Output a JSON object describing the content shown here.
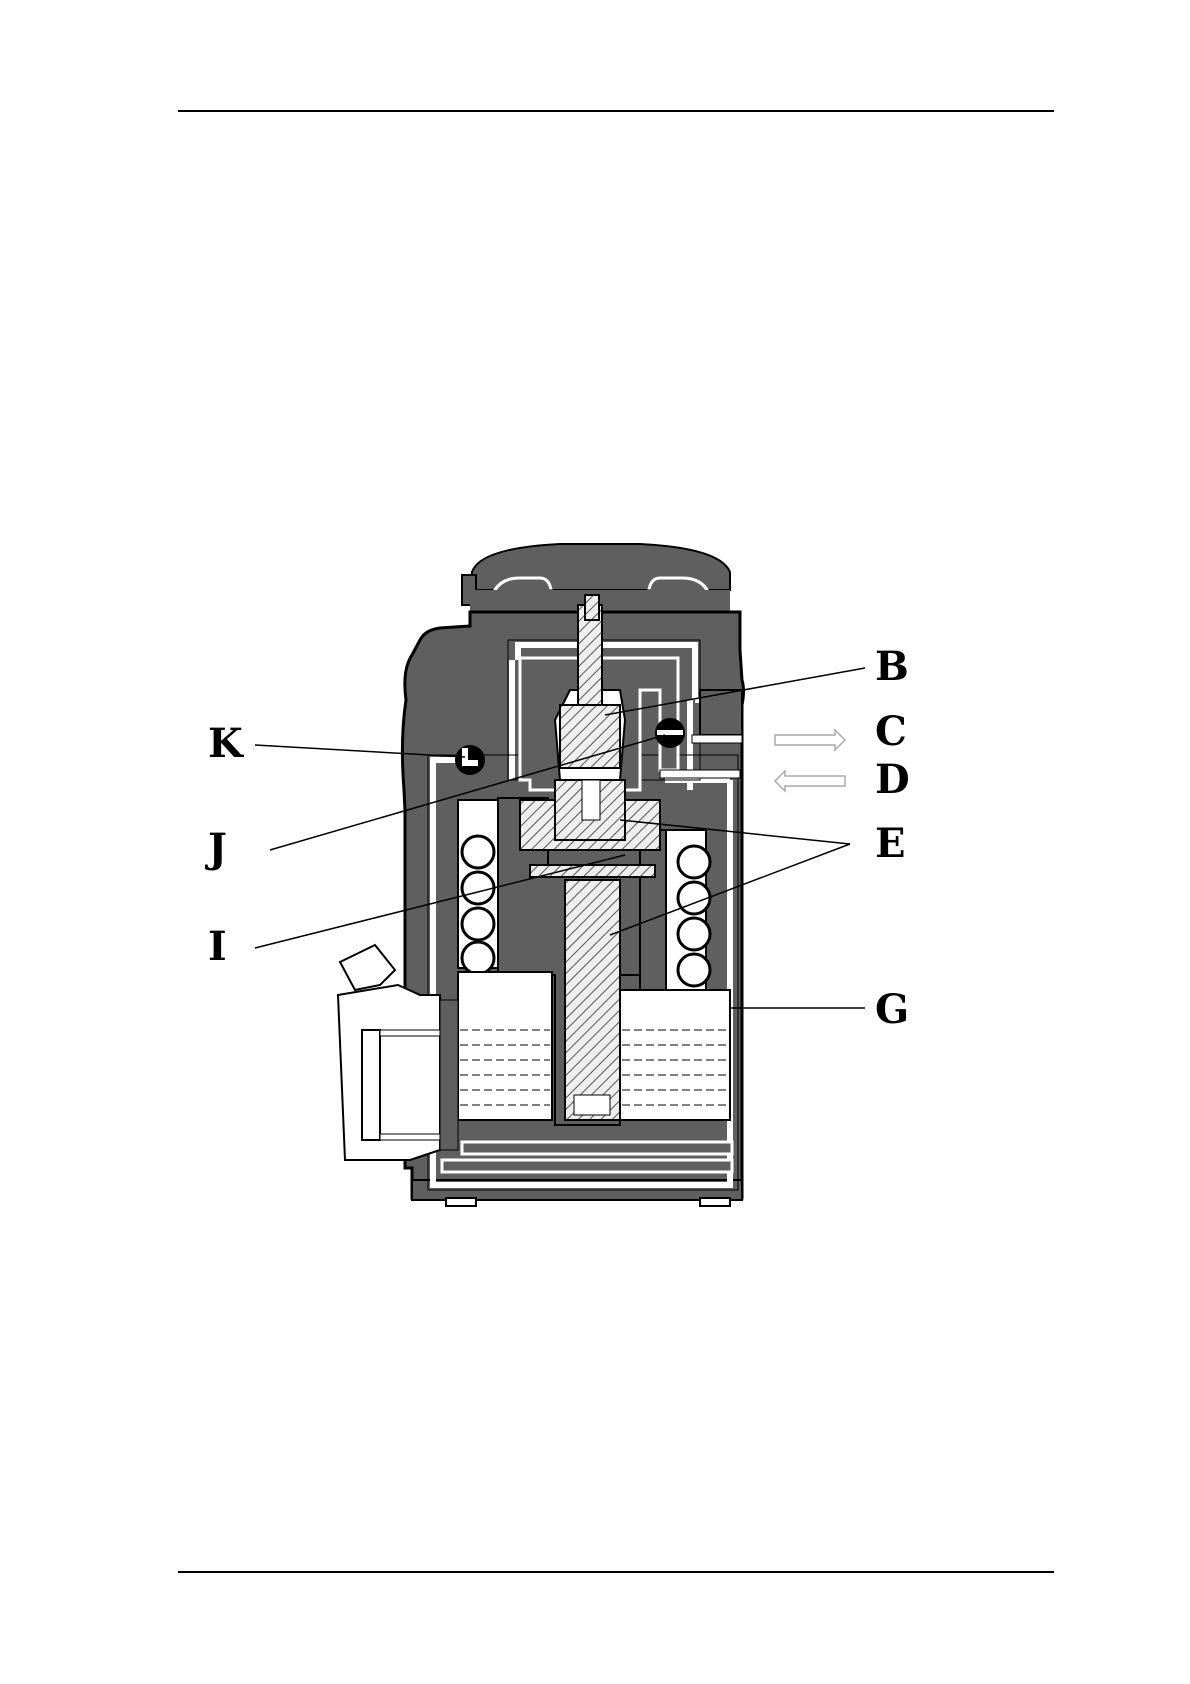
{
  "diagram": {
    "labels": {
      "b": "B",
      "c": "C",
      "d": "D",
      "e": "E",
      "g": "G",
      "i": "I",
      "j": "J",
      "k": "K"
    },
    "colors": {
      "body": "#5f5f5f",
      "channel": "#ffffff",
      "line": "#000000",
      "hatch": "#555555"
    }
  }
}
